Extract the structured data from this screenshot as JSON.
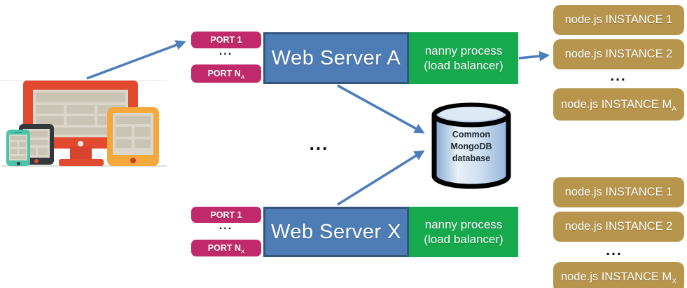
{
  "colors": {
    "port_box": "#C12A6A",
    "server_box": "#4E7DB6",
    "server_border": "#33567E",
    "nanny_box": "#16A94D",
    "instance_box": "#B8954C",
    "arrow": "#4C7DBC",
    "db_body_light": "#E9F0F8",
    "db_body_dark": "#7FA5CF",
    "db_outline": "#000000",
    "monitor_red": "#E2492F",
    "tablet_yellow": "#F3A83C",
    "phablet_dark": "#33383C",
    "phone_teal": "#4CC3A6"
  },
  "icons": {
    "clients": [
      "monitor-icon",
      "tablet-icon",
      "phablet-icon",
      "smartphone-icon"
    ],
    "database": "cylinder-icon"
  },
  "server_a": {
    "ports": {
      "first": "PORT 1",
      "ellipsis": "...",
      "last_base": "PORT N",
      "last_sub": "A"
    },
    "name": "Web Server A",
    "nanny": {
      "line1": "nanny process",
      "line2": "(load balancer)"
    }
  },
  "server_x": {
    "ports": {
      "first": "PORT 1",
      "ellipsis": "...",
      "last_base": "PORT N",
      "last_sub": "X"
    },
    "name": "Web Server X",
    "nanny": {
      "line1": "nanny process",
      "line2": "(load balancer)"
    }
  },
  "instances_a": {
    "items": [
      "node.js INSTANCE 1",
      "node.js INSTANCE 2"
    ],
    "ellipsis": "...",
    "last_base": "node.js INSTANCE M",
    "last_sub": "A"
  },
  "instances_x": {
    "items": [
      "node.js INSTANCE 1",
      "node.js INSTANCE 2"
    ],
    "ellipsis": "...",
    "last_base": "node.js INSTANCE M",
    "last_sub": "X"
  },
  "database": {
    "lines": [
      "Common",
      "MongoDB",
      "database"
    ]
  },
  "middle_ellipsis": "..."
}
